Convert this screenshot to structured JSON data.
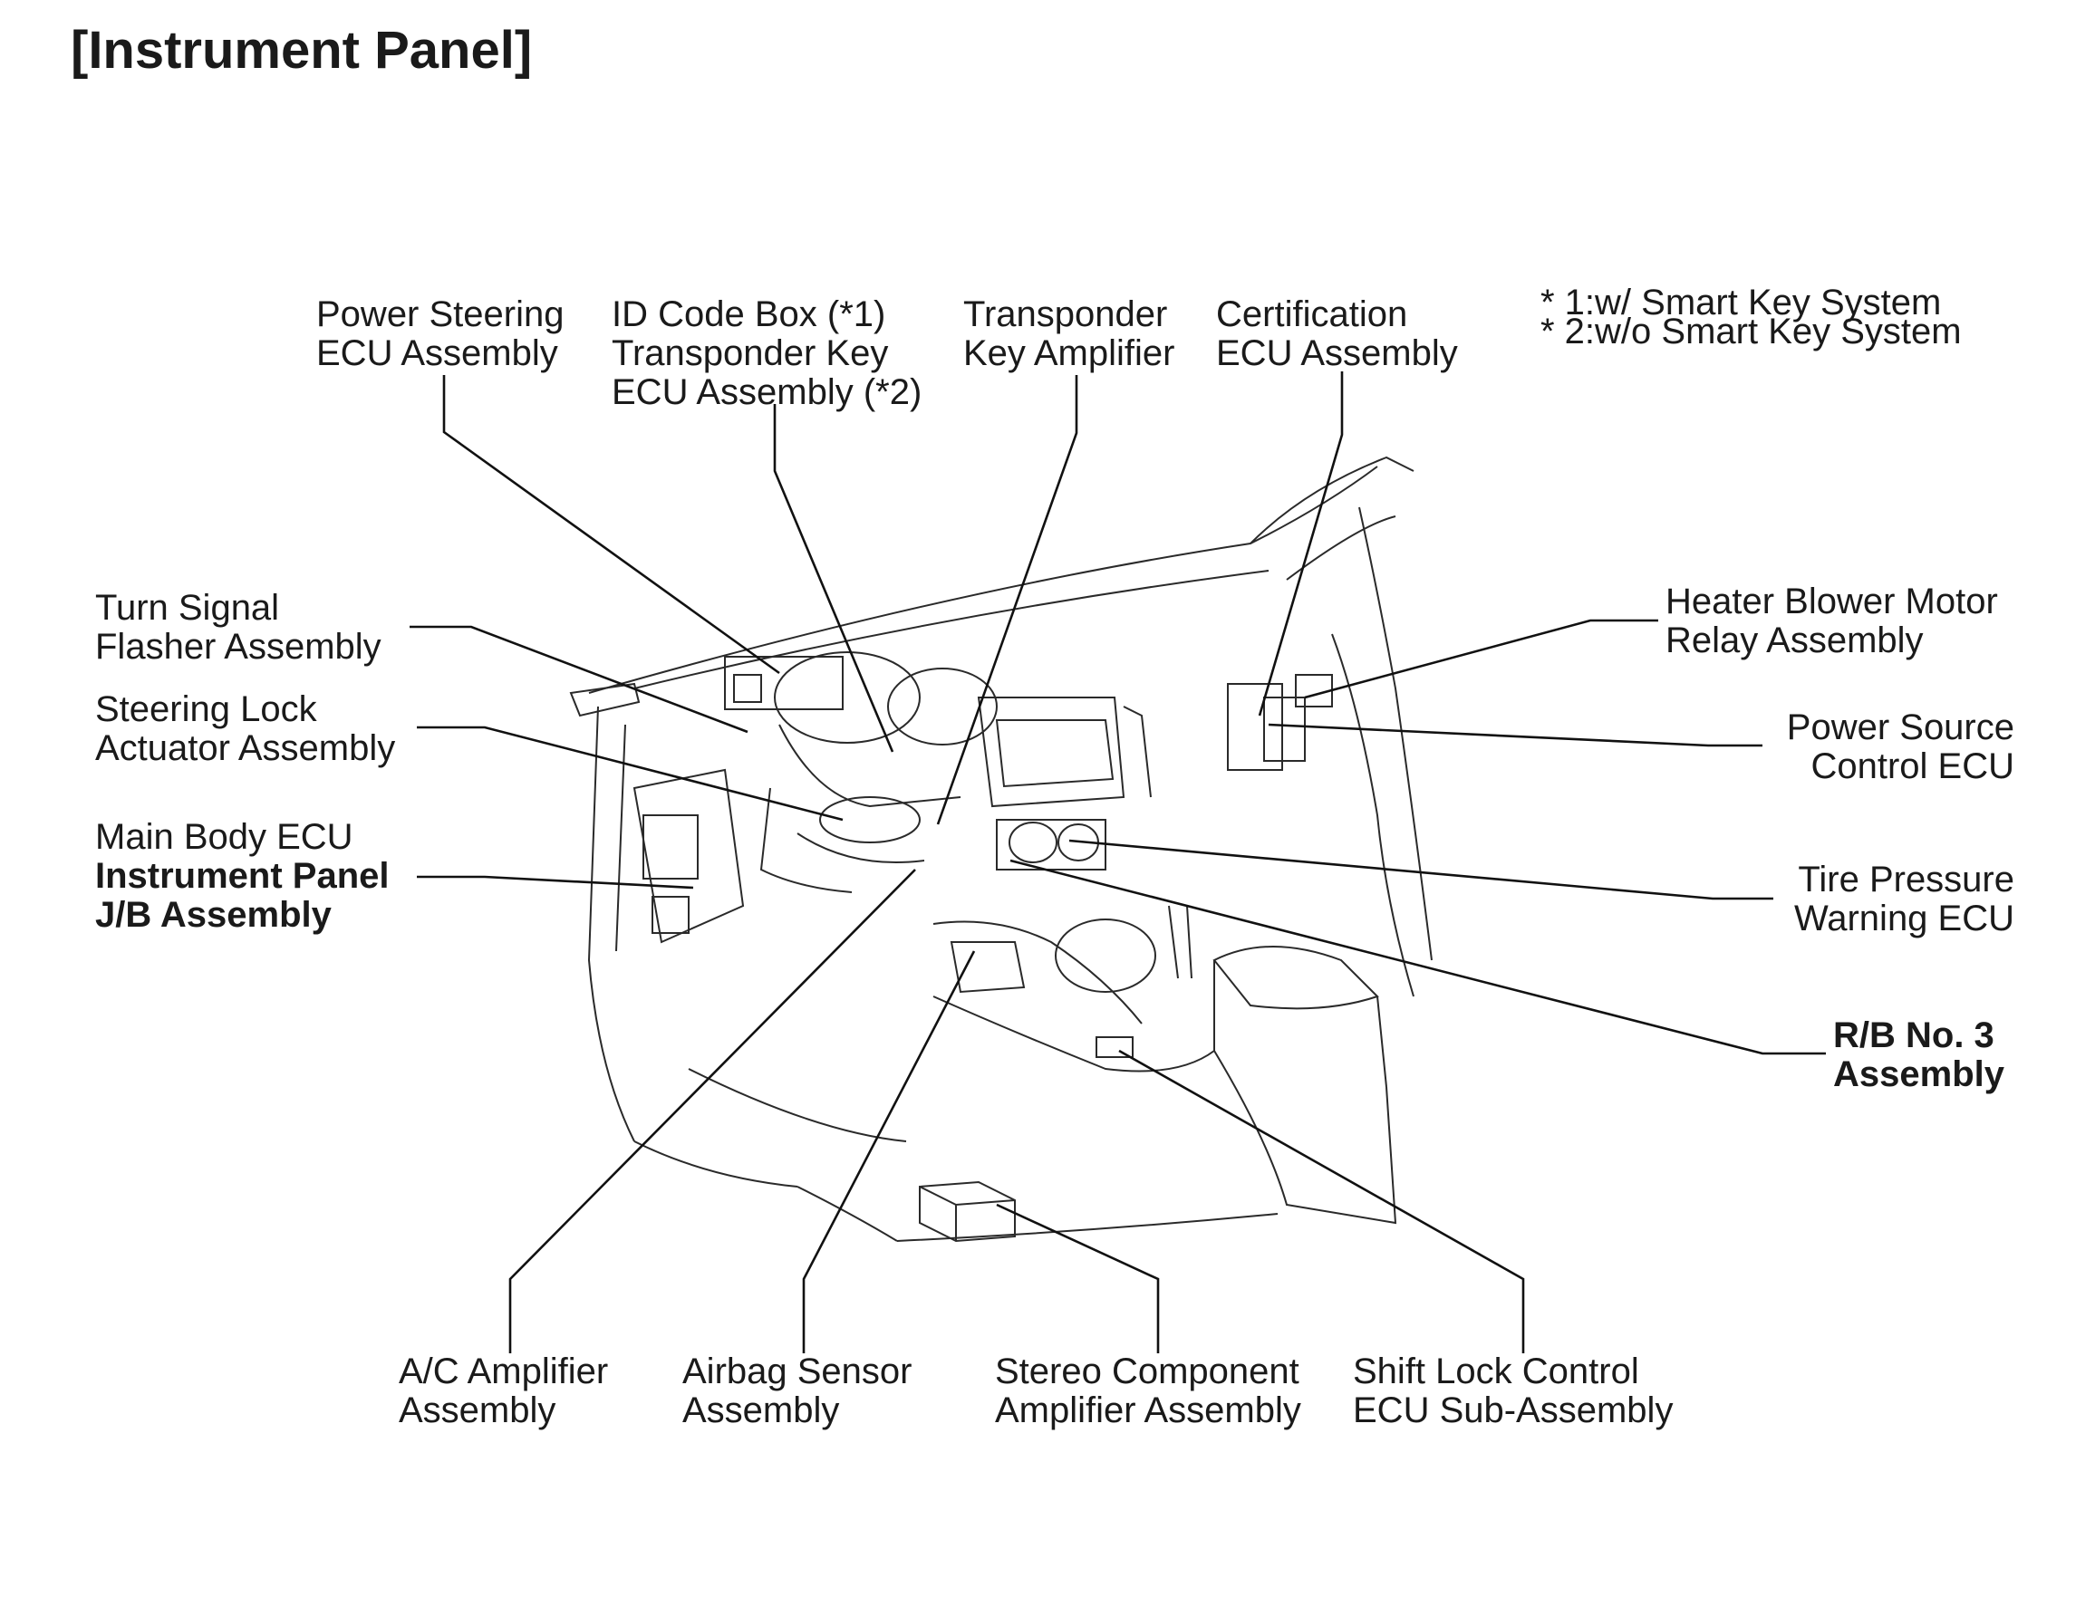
{
  "title": "[Instrument Panel]",
  "notes": [
    "* 1:w/ Smart Key System",
    "* 2:w/o Smart Key System"
  ],
  "labels": {
    "power_steering": [
      "Power Steering",
      "ECU Assembly"
    ],
    "id_code_box": [
      "ID Code Box (*1)",
      "Transponder Key",
      "ECU Assembly (*2)"
    ],
    "transponder_amp": [
      "Transponder",
      "Key Amplifier"
    ],
    "certification": [
      "Certification",
      "ECU Assembly"
    ],
    "turn_signal": [
      "Turn Signal",
      "Flasher Assembly"
    ],
    "steering_lock": [
      "Steering Lock",
      "Actuator Assembly"
    ],
    "main_body": [
      "Main Body ECU",
      "Instrument Panel",
      "J/B Assembly"
    ],
    "heater_blower": [
      "Heater Blower Motor",
      "Relay Assembly"
    ],
    "power_source": [
      "Power Source",
      "Control ECU"
    ],
    "tire_pressure": [
      "Tire Pressure",
      "Warning ECU"
    ],
    "rb3": [
      "R/B No. 3",
      "Assembly"
    ],
    "ac_amp": [
      "A/C Amplifier",
      "Assembly"
    ],
    "airbag": [
      "Airbag Sensor",
      "Assembly"
    ],
    "stereo": [
      "Stereo Component",
      "Amplifier Assembly"
    ],
    "shift_lock": [
      "Shift Lock Control",
      "ECU Sub-Assembly"
    ]
  }
}
